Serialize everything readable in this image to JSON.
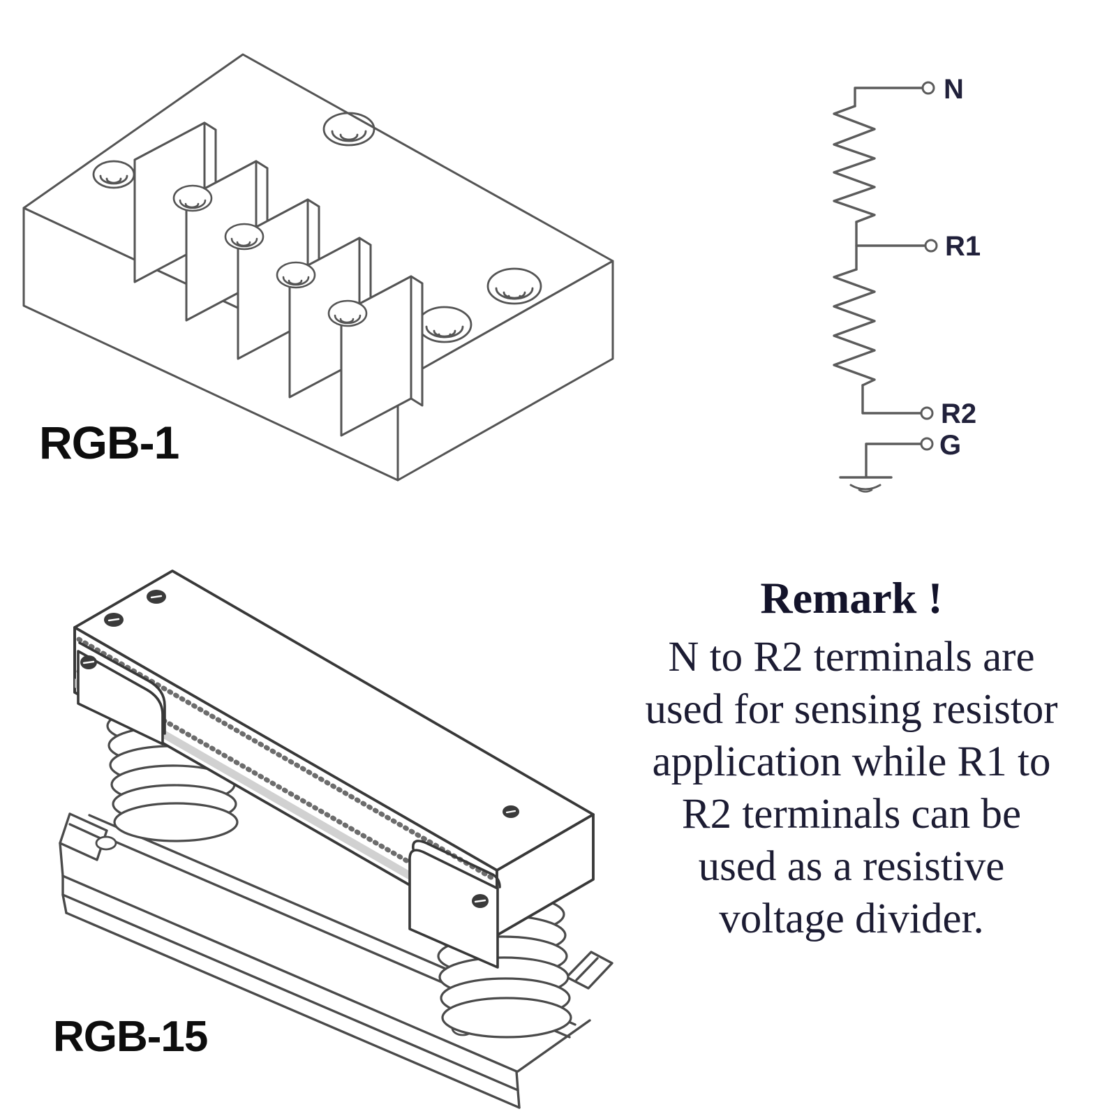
{
  "products": [
    {
      "label": "RGB-1"
    },
    {
      "label": "RGB-15"
    }
  ],
  "schematic": {
    "type": "resistive voltage divider, two resistors in series",
    "terminals": {
      "top": "N",
      "middle": "R1",
      "bottom": "R2",
      "ground": "G"
    }
  },
  "remark": {
    "heading": "Remark !",
    "lines": [
      "N to R2 terminals are",
      "used for sensing resistor",
      "application while R1 to",
      "R2 terminals can be",
      "used as a resistive",
      "voltage divider."
    ]
  },
  "colors": {
    "drawing_line": "#545454",
    "dark_line": "#353535",
    "label_text": "#0d0d0d",
    "schematic_text": "#21213b",
    "remark_text": "#1c1c33",
    "background": "#ffffff"
  }
}
